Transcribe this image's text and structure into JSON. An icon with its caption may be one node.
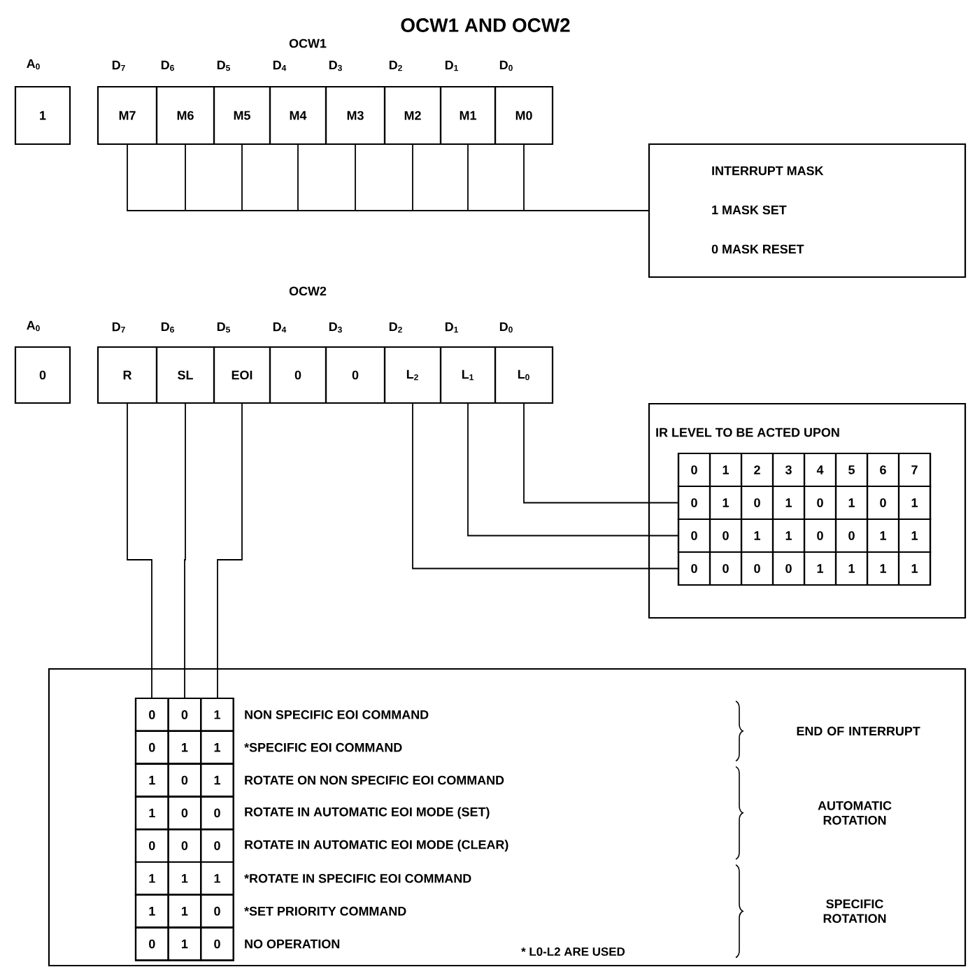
{
  "diagram": {
    "title": "OCW1 AND OCW2",
    "nodes": [
      {
        "text": [
          "1"
        ]
      },
      {
        "text": [
          "M7"
        ]
      },
      {
        "text": [
          "M6"
        ]
      },
      {
        "text": [
          "M5"
        ]
      },
      {
        "text": [
          "M4"
        ]
      },
      {
        "text": [
          "M3"
        ]
      },
      {
        "text": [
          "M2"
        ]
      },
      {
        "text": [
          "M1"
        ]
      },
      {
        "text": [
          "M0"
        ]
      },
      {
        "text": [
          "INTERRUPT MASK",
          "1 MASK SET",
          "0 MASK RESET"
        ]
      },
      {
        "text": [
          "0"
        ]
      },
      {
        "text": [
          "R"
        ]
      },
      {
        "text": [
          "SL"
        ]
      },
      {
        "text": [
          "EOI"
        ]
      },
      {
        "text": [
          "0"
        ]
      },
      {
        "text": [
          "0"
        ]
      },
      {
        "text": [
          "L$_{2}$"
        ]
      },
      {
        "text": [
          "L$_{1}$"
        ]
      },
      {
        "text": [
          "L$_{0}$"
        ]
      },
      {
        "text": [
          "IR LEVEL TO BE ACTED UPON"
        ]
      },
      {
        "text": [
          "0",
          "1",
          "2",
          "3",
          "4",
          "5",
          "6",
          "7"
        ],
        "in": 19
      },
      {
        "text": [
          "0",
          "1",
          "0",
          "1",
          "0",
          "1",
          "0",
          "1"
        ],
        "in": 19
      },
      {
        "text": [
          "0",
          "0",
          "1",
          "1",
          "0",
          "0",
          "1",
          "1"
        ],
        "in": 19
      },
      {
        "text": [
          "0",
          "0",
          "0",
          "0",
          "1",
          "1",
          "1",
          "1"
        ],
        "in": 19
      },
      {
        "text": [],
        "shape": "box"
      },
      {
        "text": [
          "0",
          "0",
          "1"
        ],
        "in": 24,
        "beside": [
          "NON SPECIFIC EOI COMMAND"
        ]
      },
      {
        "text": [
          "0",
          "1",
          "1"
        ],
        "in": 24,
        "beside": [
          "*SPECIFIC EOI COMMAND"
        ]
      },
      {
        "text": [
          "1",
          "0",
          "1"
        ],
        "in": 24,
        "beside": [
          "ROTATE ON NON SPECIFIC EOI COMMAND"
        ]
      },
      {
        "text": [
          "1",
          "0",
          "0"
        ],
        "in": 24,
        "beside": [
          "ROTATE IN AUTOMATIC EOI MODE (SET)"
        ]
      },
      {
        "text": [
          "0",
          "0",
          "0"
        ],
        "in": 24,
        "beside": [
          "ROTATE IN AUTOMATIC EOI MODE (CLEAR)"
        ]
      },
      {
        "text": [
          "1",
          "1",
          "1"
        ],
        "in": 24,
        "beside": [
          "*ROTATE IN SPECIFIC EOI COMMAND"
        ]
      },
      {
        "text": [
          "1",
          "1",
          "0"
        ],
        "in": 24,
        "beside": [
          "*SET PRIORITY COMMAND"
        ]
      },
      {
        "text": [
          "0",
          "1",
          "0"
        ],
        "in": 24,
        "beside": [
          "NO OPERATION"
        ]
      }
    ],
    "edges": [
      {
        "from": 1,
        "to": 9,
        "arrow": "none"
      },
      {
        "from": 2,
        "to": 9,
        "arrow": "none"
      },
      {
        "from": 3,
        "to": 9,
        "arrow": "none"
      },
      {
        "from": 4,
        "to": 9,
        "arrow": "none"
      },
      {
        "from": 5,
        "to": 9,
        "arrow": "none"
      },
      {
        "from": 6,
        "to": 9,
        "arrow": "none"
      },
      {
        "from": 7,
        "to": 9,
        "arrow": "none"
      },
      {
        "from": 8,
        "to": 9,
        "arrow": "none"
      },
      {
        "from": 18,
        "to": 21,
        "arrow": "none"
      },
      {
        "from": 17,
        "to": 22,
        "arrow": "none"
      },
      {
        "from": 16,
        "to": 23,
        "arrow": "none"
      },
      {
        "from": 11,
        "to": 25,
        "arrow": "none"
      },
      {
        "from": 12,
        "to": 25,
        "arrow": "none"
      },
      {
        "from": 13,
        "to": 25,
        "arrow": "none"
      }
    ],
    "labels": [
      "OCW1",
      "A$_{0}$",
      "D$_{7}$",
      "D$_{6}$",
      "D$_{5}$",
      "D$_{4}$",
      "D$_{3}$",
      "D$_{2}$",
      "D$_{1}$",
      "D$_{0}$",
      "OCW2",
      "A$_{0}$",
      "D$_{7}$",
      "D$_{6}$",
      "D$_{5}$",
      "D$_{4}$",
      "D$_{3}$",
      "D$_{2}$",
      "D$_{1}$",
      "D$_{0}$",
      "END OF INTERRUPT",
      "AUTOMATIC ROTATION",
      "SPECIFIC ROTATION",
      "* L0-L2 ARE USED"
    ]
  }
}
